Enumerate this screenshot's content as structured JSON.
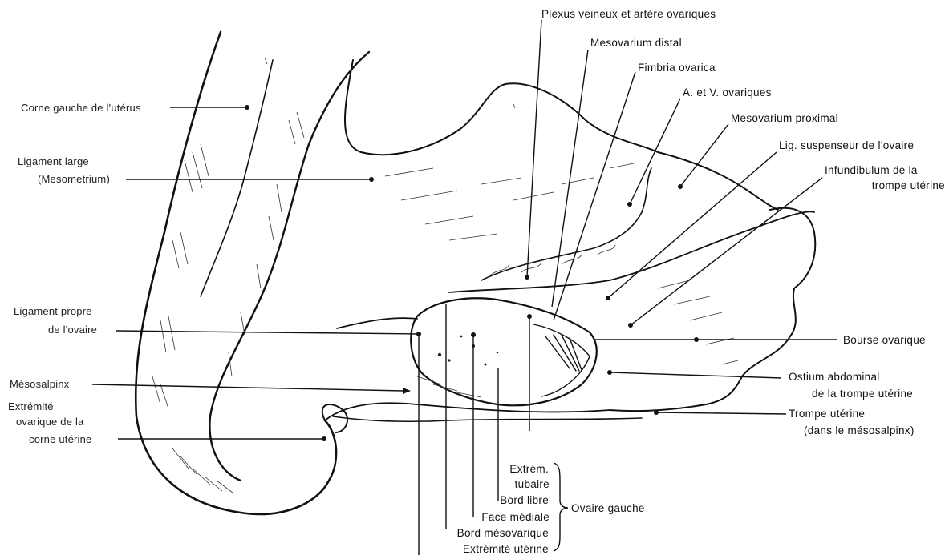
{
  "labels": {
    "plexus": "Plexus veineux et artère ovariques",
    "meso_distal": "Mesovarium distal",
    "fimbria": "Fimbria ovarica",
    "av_ovariques": "A. et V. ovariques",
    "meso_proximal": "Mesovarium proximal",
    "lig_susp": "Lig. suspenseur de l'ovaire",
    "infundibulum_1": "Infundibulum de la",
    "infundibulum_2": "trompe utérine",
    "corne": "Corne gauche de l'utérus",
    "lig_large_1": "Ligament large",
    "lig_large_2": "(Mesometrium)",
    "lig_propre_1": "Ligament propre",
    "lig_propre_2": "de l'ovaire",
    "mesosalpinx": "Mésosalpinx",
    "extremite_1": "Extrémité",
    "extremite_2": "ovarique de la",
    "extremite_3": "corne utérine",
    "bourse": "Bourse ovarique",
    "ostium_1": "Ostium abdominal",
    "ostium_2": "de la trompe utérine",
    "trompe_1": "Trompe utérine",
    "trompe_2": "(dans le mésosalpinx)",
    "extrem_tub_1": "Extrém.",
    "extrem_tub_2": "tubaire",
    "bord_libre": "Bord libre",
    "face_mediale": "Face médiale",
    "bord_mesovarique": "Bord mésovarique",
    "extremite_uterine": "Extrémité utérine",
    "ovaire_gauche": "Ovaire gauche"
  }
}
